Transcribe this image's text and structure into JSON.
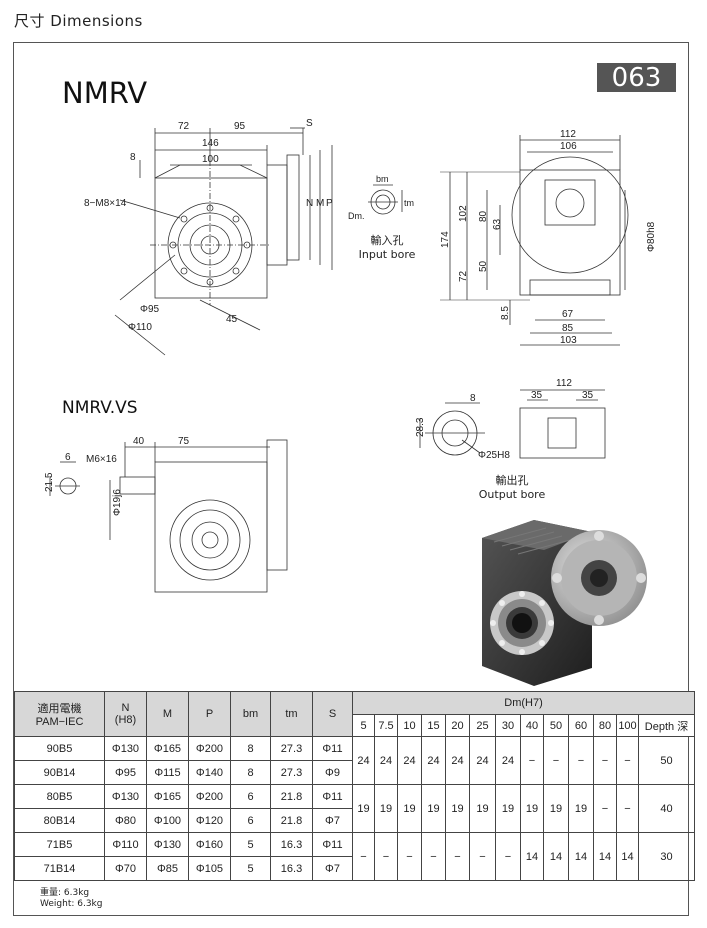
{
  "header": {
    "title": "尺寸 Dimensions"
  },
  "model_badge": "063",
  "drawing1": {
    "title": "NMRV",
    "labels": {
      "d72": "72",
      "d95": "95",
      "d146": "146",
      "d100": "100",
      "d8": "8",
      "S": "S",
      "bolt": "8−M8×14",
      "N": "N",
      "M": "M",
      "P": "P",
      "phi95": "Φ95",
      "phi110": "Φ110",
      "d45": "45",
      "d112": "112",
      "d106": "106",
      "d174": "174",
      "d102": "102",
      "d80": "80",
      "d63": "63",
      "d72b": "72",
      "d50": "50",
      "d8_5": "8.5",
      "d67": "67",
      "d85": "85",
      "d103": "103",
      "phi80h8": "Φ80h8",
      "bm": "bm",
      "tm": "tm",
      "Dm": "Dm."
    }
  },
  "input_bore": {
    "zh": "輸入孔",
    "en": "Input bore"
  },
  "drawing2": {
    "title": "NMRV.VS",
    "labels": {
      "d40": "40",
      "d75": "75",
      "d6": "6",
      "m6": "M6×16",
      "d21_5": "21.5",
      "phi19j6": "Φ19j6"
    }
  },
  "output_drawing": {
    "labels": {
      "d112": "112",
      "d35a": "35",
      "d35b": "35",
      "d8": "8",
      "d28_3": "28.3",
      "phi25h8": "Φ25H8"
    }
  },
  "output_bore": {
    "zh": "輸出孔",
    "en": "Output bore"
  },
  "table": {
    "headers": {
      "pam_zh": "適用電機",
      "pam_en": "PAM−IEC",
      "n": "N",
      "n_sub": "(H8)",
      "m": "M",
      "p": "P",
      "bm": "bm",
      "tm": "tm",
      "s": "S",
      "dm": "Dm(H7)",
      "depth": "Depth 深"
    },
    "dm_cols": [
      "5",
      "7.5",
      "10",
      "15",
      "20",
      "25",
      "30",
      "40",
      "50",
      "60",
      "80",
      "100"
    ],
    "rows": [
      {
        "pam": "90B5",
        "n": "Φ130",
        "m": "Φ165",
        "p": "Φ200",
        "bm": "8",
        "tm": "27.3",
        "s": "Φ11"
      },
      {
        "pam": "90B14",
        "n": "Φ95",
        "m": "Φ115",
        "p": "Φ140",
        "bm": "8",
        "tm": "27.3",
        "s": "Φ9"
      },
      {
        "pam": "80B5",
        "n": "Φ130",
        "m": "Φ165",
        "p": "Φ200",
        "bm": "6",
        "tm": "21.8",
        "s": "Φ11"
      },
      {
        "pam": "80B14",
        "n": "Φ80",
        "m": "Φ100",
        "p": "Φ120",
        "bm": "6",
        "tm": "21.8",
        "s": "Φ7"
      },
      {
        "pam": "71B5",
        "n": "Φ110",
        "m": "Φ130",
        "p": "Φ160",
        "bm": "5",
        "tm": "16.3",
        "s": "Φ11"
      },
      {
        "pam": "71B14",
        "n": "Φ70",
        "m": "Φ85",
        "p": "Φ105",
        "bm": "5",
        "tm": "16.3",
        "s": "Φ7"
      }
    ],
    "groups": [
      {
        "dm": [
          "24",
          "24",
          "24",
          "24",
          "24",
          "24",
          "24",
          "−",
          "−",
          "−",
          "−",
          "−"
        ],
        "depth": "50"
      },
      {
        "dm": [
          "19",
          "19",
          "19",
          "19",
          "19",
          "19",
          "19",
          "19",
          "19",
          "19",
          "−",
          "−"
        ],
        "depth": "40"
      },
      {
        "dm": [
          "−",
          "−",
          "−",
          "−",
          "−",
          "−",
          "−",
          "14",
          "14",
          "14",
          "14",
          "14"
        ],
        "depth": "30"
      }
    ]
  },
  "weight": {
    "zh": "重量: 6.3kg",
    "en": "Weight: 6.3kg"
  }
}
